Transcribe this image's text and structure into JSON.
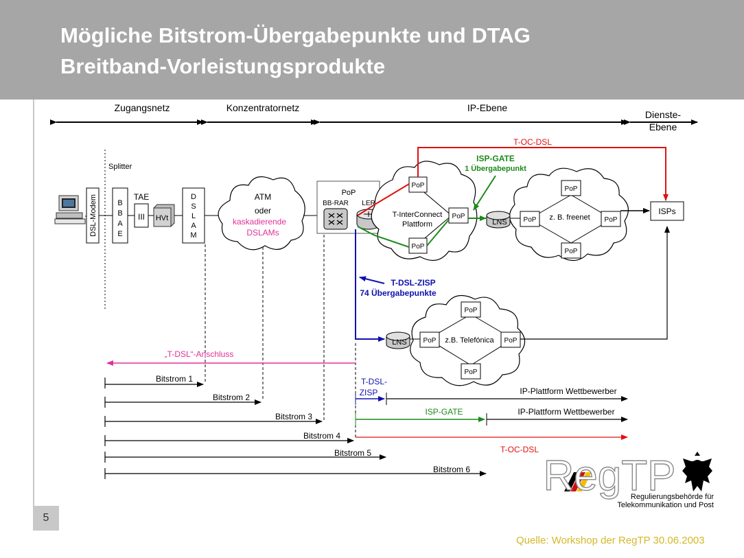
{
  "title": {
    "line1": "Mögliche Bitstrom-Übergabepunkte und DTAG",
    "line2": "Breitband-Vorleistungsprodukte"
  },
  "slide_number": "5",
  "source": "Quelle: Workshop der RegTP 30.06.2003",
  "colors": {
    "red": "#e01010",
    "green": "#1a8a1a",
    "blue": "#1010b0",
    "magenta": "#e0309a",
    "title_bg": "#a6a6a6",
    "source": "#d4b828"
  },
  "levels": {
    "zugangsnetz": "Zugangsnetz",
    "konzentratornetz": "Konzentratornetz",
    "ip_ebene": "IP-Ebene",
    "dienste1": "Dienste-",
    "dienste2": "Ebene"
  },
  "labels": {
    "splitter": "Splitter",
    "dsl_modem": "DSL-Modem",
    "bbae": [
      "B",
      "B",
      "A",
      "E"
    ],
    "tae": "TAE",
    "tae_symbol": "III",
    "hvt": "HVt",
    "dslam": [
      "D",
      "S",
      "L",
      "A",
      "M"
    ],
    "atm": "ATM",
    "oder": "oder",
    "kaskadierende": "kaskadierende",
    "dslams": "DSLAMs",
    "pop": "PoP",
    "bb_rar": "BB-RAR",
    "ler": "LER",
    "tic1": "T-InterConnect",
    "tic2": "Plattform",
    "lns": "LNS",
    "freenet": "z. B. freenet",
    "telefonica": "z.B. Telefónica",
    "isps": "ISPs",
    "t_oc_dsl": "T-OC-DSL",
    "isp_gate": "ISP-GATE",
    "isp_gate_sub": "1 Übergabepunkt",
    "t_dsl_zisp": "T-DSL-ZISP",
    "t_dsl_zisp_sub": "74 Übergabepunkte",
    "anschluss": "„T-DSL“-Anschluss",
    "bitstrom": [
      "Bitstrom 1",
      "Bitstrom 2",
      "Bitstrom 3",
      "Bitstrom 4",
      "Bitstrom 5",
      "Bitstrom 6"
    ],
    "zisp_top": "T-DSL-",
    "zisp_bottom": "ZISP",
    "ip_plattform": "IP-Plattform Wettbewerber",
    "logo_text": "RegTP",
    "authority1": "Regulierungsbehörde für",
    "authority2": "Telekommunikation und Post"
  }
}
